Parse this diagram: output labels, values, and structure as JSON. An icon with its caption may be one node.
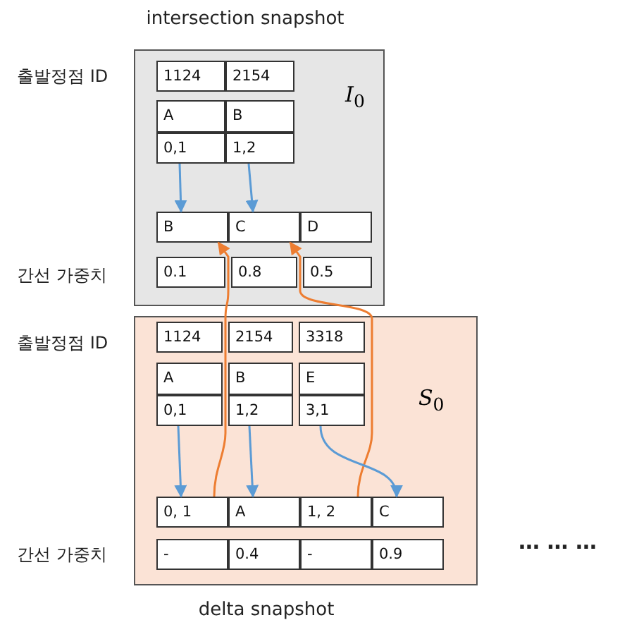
{
  "diagram": {
    "nodes": [
      {
        "text": [
          "intersection snapshot",
          "*I*$_{0}$"
        ]
      },
      {
        "text": [
          "1124"
        ],
        "in": 0
      },
      {
        "text": [
          "2154"
        ],
        "in": 0
      },
      {
        "text": [
          "A"
        ],
        "in": 0
      },
      {
        "text": [
          "B"
        ],
        "in": 0
      },
      {
        "text": [
          "0,1"
        ],
        "in": 0
      },
      {
        "text": [
          "1,2"
        ],
        "in": 0
      },
      {
        "text": [
          "B"
        ],
        "in": 0
      },
      {
        "text": [
          "C"
        ],
        "in": 0
      },
      {
        "text": [
          "D"
        ],
        "in": 0
      },
      {
        "text": [
          "0.1"
        ],
        "in": 0
      },
      {
        "text": [
          "0.8"
        ],
        "in": 0
      },
      {
        "text": [
          "0.5"
        ],
        "in": 0
      },
      {
        "text": [
          "*S*$_{0}$",
          "delta snapshot"
        ]
      },
      {
        "text": [
          "1124"
        ],
        "in": 13
      },
      {
        "text": [
          "2154"
        ],
        "in": 13
      },
      {
        "text": [
          "3318"
        ],
        "in": 13
      },
      {
        "text": [
          "A"
        ],
        "in": 13
      },
      {
        "text": [
          "B"
        ],
        "in": 13
      },
      {
        "text": [
          "E"
        ],
        "in": 13
      },
      {
        "text": [
          "0,1"
        ],
        "in": 13
      },
      {
        "text": [
          "1,2"
        ],
        "in": 13
      },
      {
        "text": [
          "3,1"
        ],
        "in": 13
      },
      {
        "text": [
          "0, 1"
        ],
        "in": 13
      },
      {
        "text": [
          "A"
        ],
        "in": 13
      },
      {
        "text": [
          "1, 2"
        ],
        "in": 13
      },
      {
        "text": [
          "C"
        ],
        "in": 13
      },
      {
        "text": [
          "-"
        ],
        "in": 13
      },
      {
        "text": [
          "0.4"
        ],
        "in": 13
      },
      {
        "text": [
          "-"
        ],
        "in": 13
      },
      {
        "text": [
          "0.9"
        ],
        "in": 13
      }
    ],
    "edges": [
      {
        "from": 5,
        "to": 7,
        "arrow": "to"
      },
      {
        "from": 6,
        "to": 8,
        "arrow": "to"
      },
      {
        "from": 23,
        "to": 7,
        "arrow": "to",
        "color": "#ed7d31"
      },
      {
        "from": 25,
        "to": 8,
        "arrow": "to",
        "color": "#ed7d31"
      },
      {
        "from": 20,
        "to": 23,
        "arrow": "to"
      },
      {
        "from": 21,
        "to": 24,
        "arrow": "to"
      },
      {
        "from": 22,
        "to": 26,
        "arrow": "to"
      }
    ],
    "labels": [
      "출발정점 ID",
      "간선 가중치",
      "출발정점 ID",
      "간선 가중치",
      "… … …"
    ]
  }
}
